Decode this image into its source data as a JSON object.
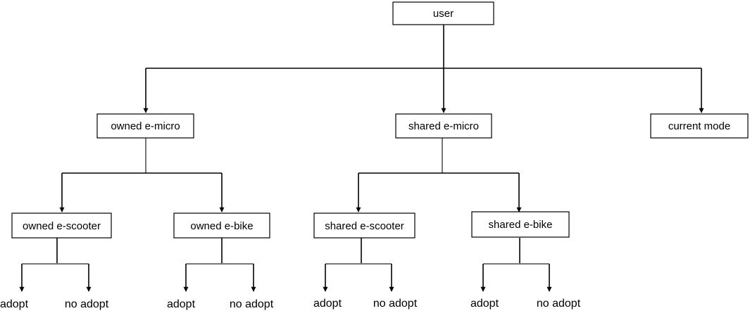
{
  "nodes": {
    "user": "user",
    "owned_micro": "owned e-micro",
    "shared_micro": "shared e-micro",
    "current_mode": "current mode",
    "owned_scooter": "owned e-scooter",
    "owned_bike": "owned e-bike",
    "shared_scooter": "shared e-scooter",
    "shared_bike": "shared e-bike"
  },
  "leaves": {
    "adopt": "adopt",
    "no_adopt": "no adopt"
  }
}
